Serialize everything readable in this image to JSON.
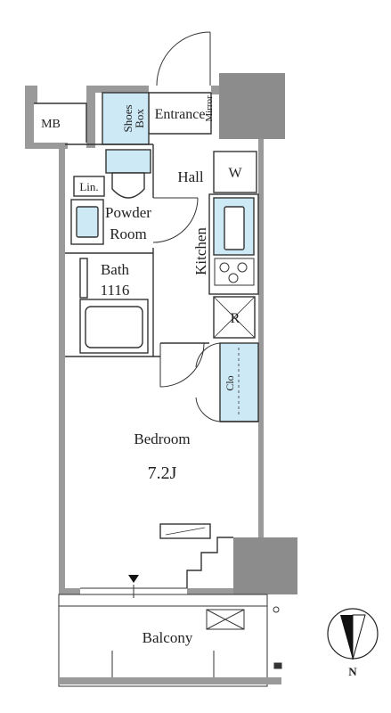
{
  "plan": {
    "rooms": {
      "mb": "MB",
      "entrance": "Entrance",
      "mirror": "Mirror",
      "shoes_box_line1": "Shoes",
      "shoes_box_line2": "Box",
      "hall": "Hall",
      "washer": "W",
      "linen": "Lin.",
      "powder_room_line1": "Powder",
      "powder_room_line2": "Room",
      "kitchen": "Kitchen",
      "bath": "Bath",
      "bath_size": "1116",
      "refrigerator": "R",
      "closet": "Clo",
      "bedroom": "Bedroom",
      "bedroom_size": "7.2J",
      "balcony": "Balcony"
    },
    "compass": {
      "label": "N"
    },
    "colors": {
      "wall": "#8c8c8c",
      "wall_dark": "#6e6e6e",
      "fixture_blue": "#cde9f6",
      "line": "#222222"
    }
  }
}
